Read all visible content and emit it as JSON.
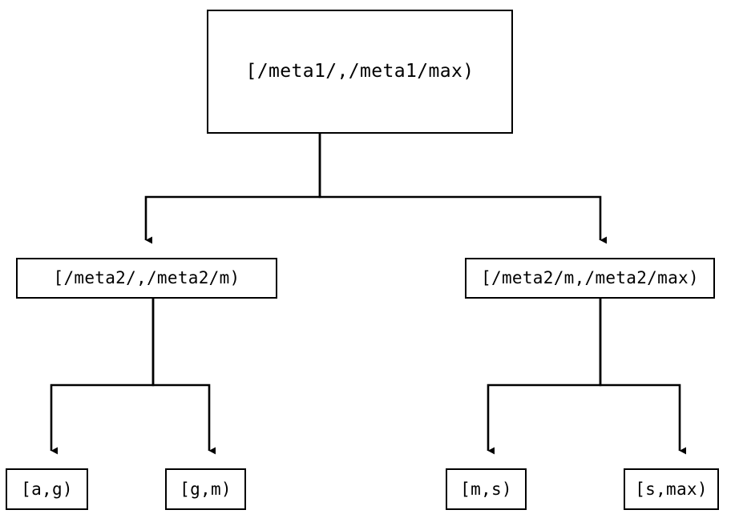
{
  "diagram": {
    "type": "binary-interval-tree",
    "background_color": "#ffffff",
    "line_color": "#000000",
    "text_color": "#000000",
    "nodes": {
      "root": {
        "label": "[/meta1/,/meta1/max)"
      },
      "left_internal": {
        "label": "[/meta2/,/meta2/m)"
      },
      "right_internal": {
        "label": "[/meta2/m,/meta2/max)"
      },
      "leaf_ag": {
        "label": "[a,g)"
      },
      "leaf_gm": {
        "label": "[g,m)"
      },
      "leaf_ms": {
        "label": "[m,s)"
      },
      "leaf_smax": {
        "label": "[s,max)"
      }
    },
    "edges": [
      {
        "from": "root",
        "to": "left_internal",
        "arrow": "down-triangle"
      },
      {
        "from": "root",
        "to": "right_internal",
        "arrow": "down-triangle"
      },
      {
        "from": "left_internal",
        "to": "leaf_ag",
        "arrow": "down-triangle"
      },
      {
        "from": "left_internal",
        "to": "leaf_gm",
        "arrow": "down-triangle"
      },
      {
        "from": "right_internal",
        "to": "leaf_ms",
        "arrow": "down-triangle"
      },
      {
        "from": "right_internal",
        "to": "leaf_smax",
        "arrow": "down-triangle"
      }
    ]
  }
}
